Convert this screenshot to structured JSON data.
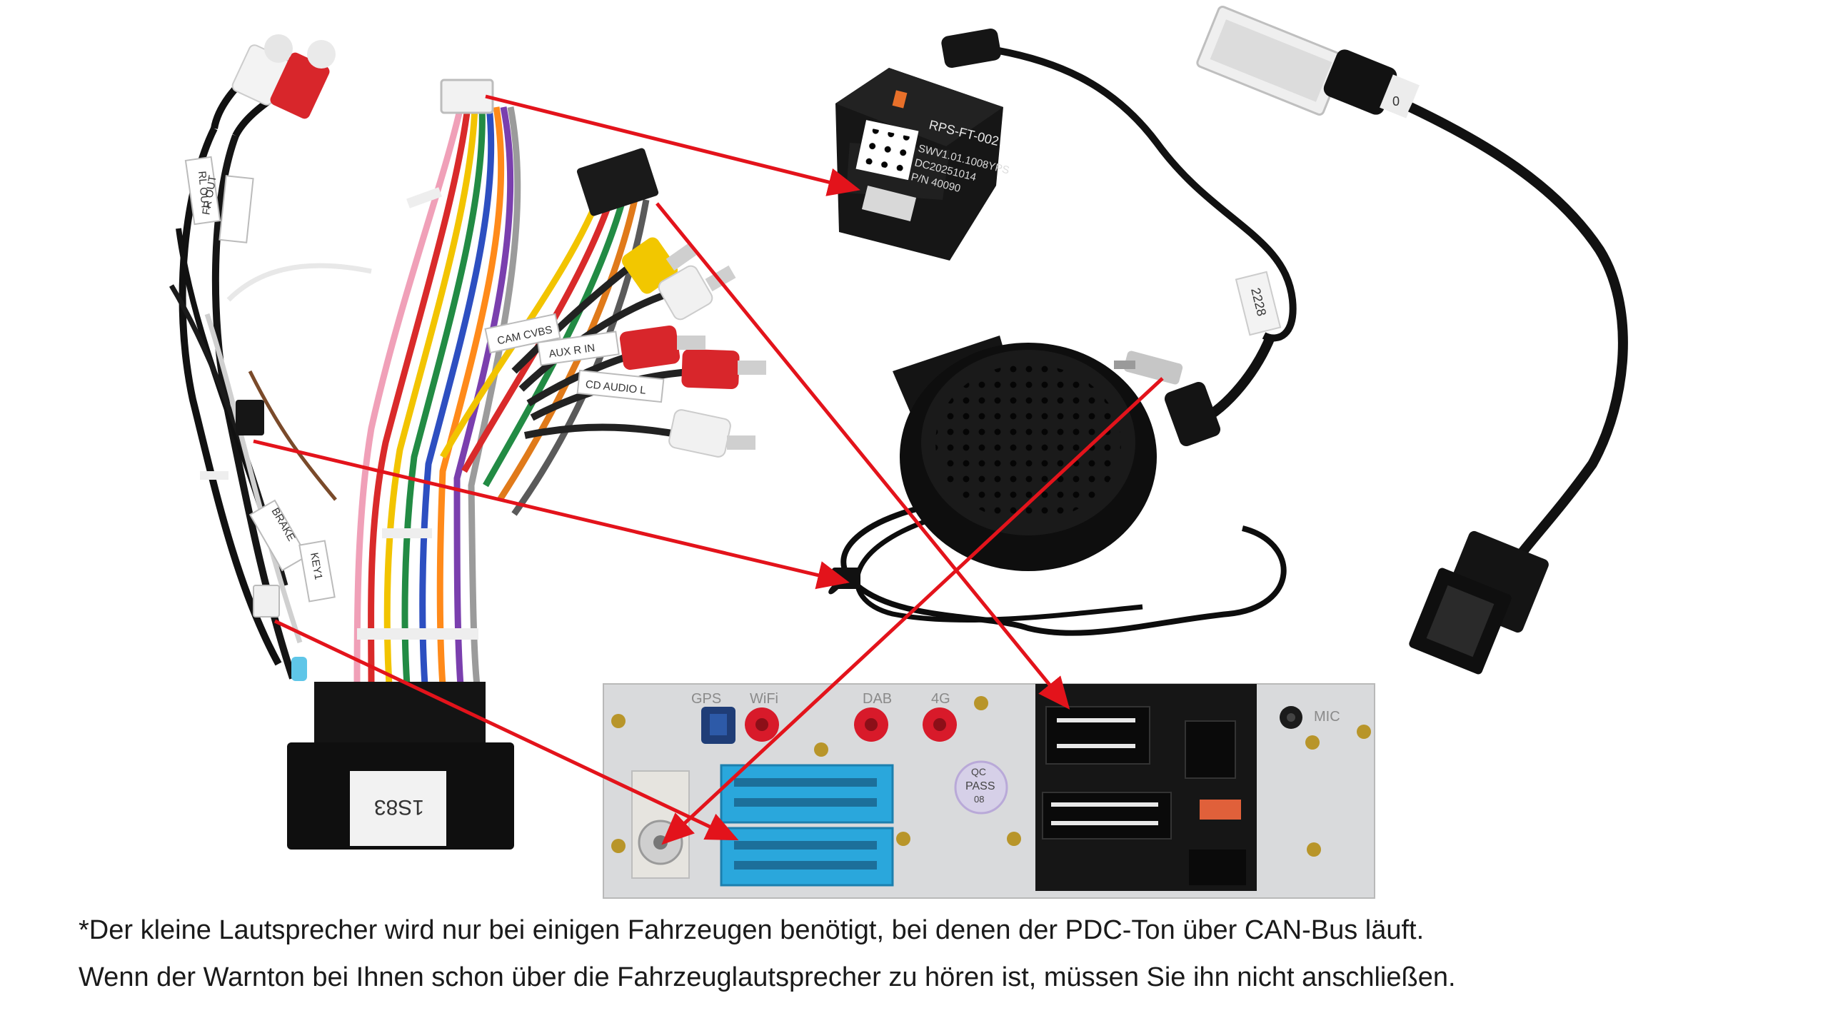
{
  "harness": {
    "tags": {
      "rl_out": "RL OUT",
      "fr_out": "FR OUT",
      "cam_cvbs": "CAM CVBS",
      "aux_r_in": "AUX R IN",
      "cd_audio_l": "CD AUDIO L",
      "brake": "BRAKE",
      "key1": "KEY1"
    },
    "plug_label": "1S83"
  },
  "can_module": {
    "model": "RPS-FT-002",
    "sw": "SWV1.01.1008YPS",
    "dc": "DC20251014",
    "pn": "P/N 40090"
  },
  "antenna_tag": "2228",
  "usb_tag": "0",
  "head_unit": {
    "ports": [
      "GPS",
      "WiFi",
      "DAB",
      "4G",
      "MIC"
    ],
    "qc_badge": {
      "line1": "QC",
      "line2": "PASS",
      "line3": "08"
    }
  },
  "notes": {
    "line1": "*Der kleine Lautsprecher wird nur bei einigen Fahrzeugen benötigt, bei denen der PDC-Ton über CAN-Bus läuft.",
    "line2": "Wenn der Warnton bei Ihnen schon über die Fahrzeuglautsprecher zu hören ist, müssen Sie ihn nicht anschließen."
  },
  "colors": {
    "arrow": "#e3131b",
    "chassis": "#d9dadc",
    "connector_blue": "#2aa7dc",
    "rca_red": "#d8262b",
    "rca_yellow": "#f2c700"
  }
}
